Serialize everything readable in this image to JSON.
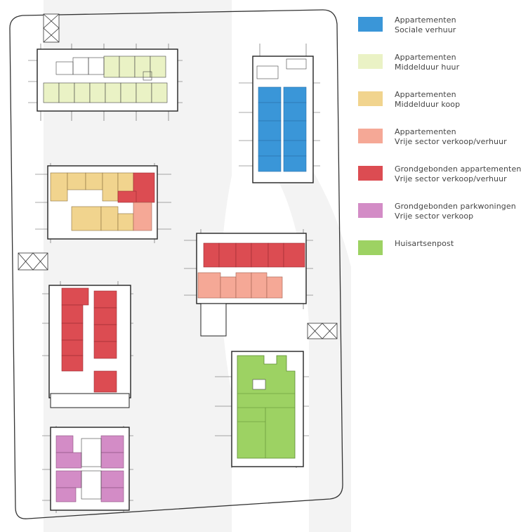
{
  "colors": {
    "outline": "#222222",
    "site_boundary": "#333333",
    "background_shape": "#f1f1f1",
    "line_detail": "#555555"
  },
  "legend": [
    {
      "line1": "Appartementen",
      "line2": "Sociale verhuur",
      "color": "#3a96d8"
    },
    {
      "line1": "Appartementen",
      "line2": "Middelduur huur",
      "color": "#eaf2c5"
    },
    {
      "line1": "Appartementen",
      "line2": "Middelduur koop",
      "color": "#f1d48e"
    },
    {
      "line1": "Appartementen",
      "line2": "Vrije sector verkoop/verhuur",
      "color": "#f5a896"
    },
    {
      "line1": "Grondgebonden appartementen",
      "line2": "Vrije sector verkoop/verhuur",
      "color": "#dc4c52"
    },
    {
      "line1": "Grondgebonden parkwoningen",
      "line2": "Vrije sector verkoop",
      "color": "#d38cc6"
    },
    {
      "line1": "Huisartsenpost",
      "line2": "",
      "color": "#9dd263"
    }
  ]
}
